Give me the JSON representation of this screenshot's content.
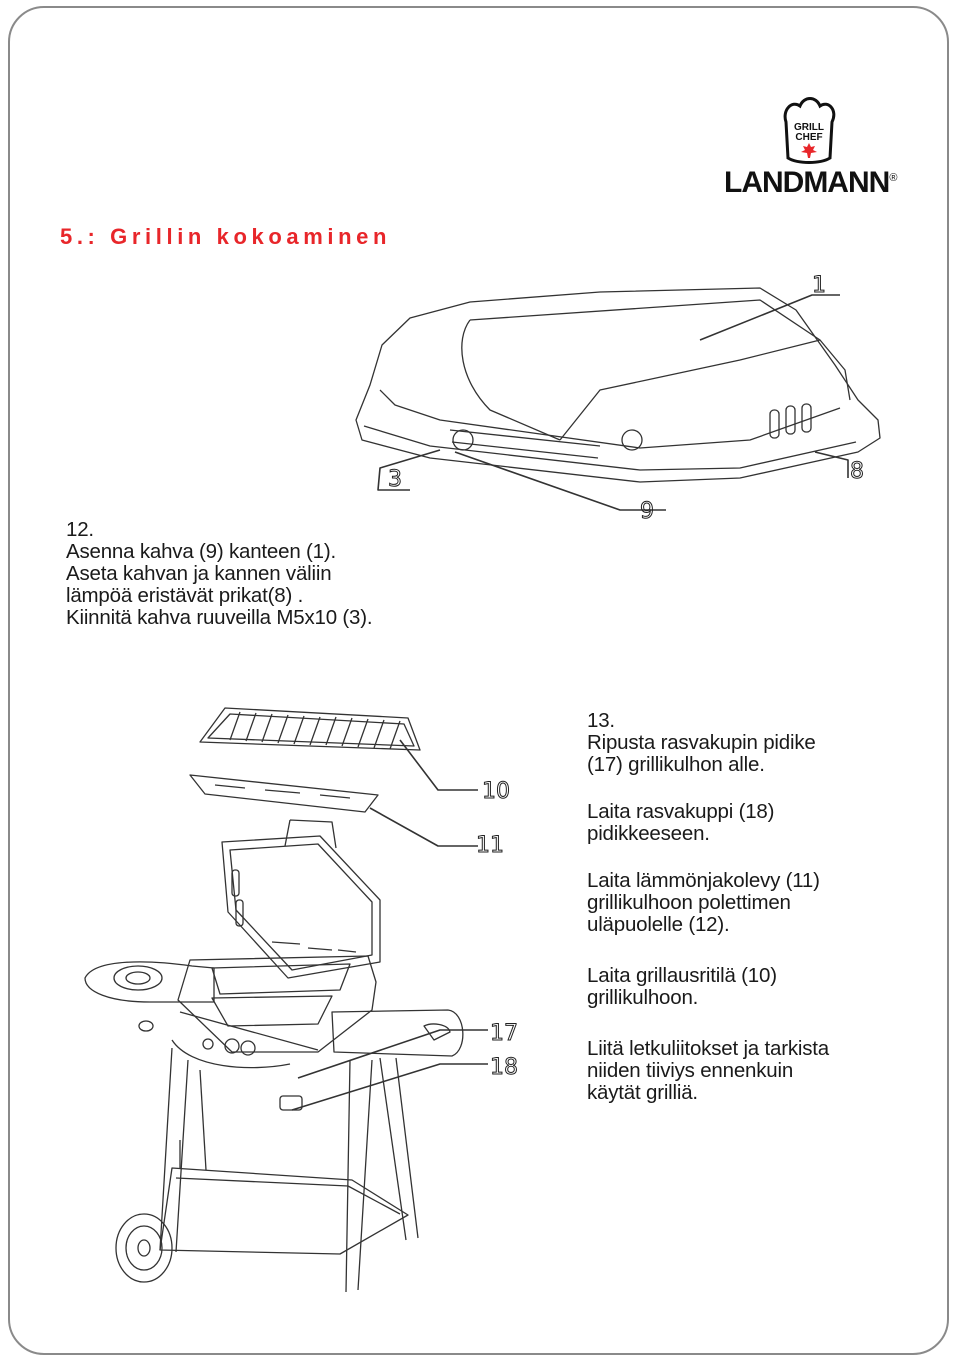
{
  "brand": {
    "badge_line1": "GRILL",
    "badge_line2": "CHEF",
    "wordmark": "LANDMANN",
    "registered": "®",
    "accent_color": "#e8262a"
  },
  "section_title": "5.:   Grillin kokoaminen",
  "step12": {
    "number": "12.",
    "lines": [
      "Asenna kahva (9) kanteen (1).",
      "Aseta kahvan ja kannen väliin",
      "lämpöä eristävät prikat(8) .",
      "Kiinnitä kahva ruuveilla M5x10 (3)."
    ]
  },
  "step13": {
    "number": "13.",
    "p1": [
      "Ripusta rasvakupin pidike",
      "(17) grillikulhon alle."
    ],
    "p2": [
      "Laita rasvakuppi (18)",
      "pidikkeeseen."
    ],
    "p3": [
      "Laita lämmönjakolevy (11)",
      "grillikulhoon polettimen",
      "uläpuolelle (12)."
    ],
    "p4": [
      "Laita grillausritilä (10)",
      "grillikulhoon."
    ],
    "p5": [
      "Liitä letkuliitokset ja tarkista",
      "niiden tiiviys ennenkuin",
      "käytät grilliä."
    ]
  },
  "part_labels": {
    "lid": "1",
    "screw": "3",
    "washer": "8",
    "handle": "9",
    "grate": "10",
    "heat_plate": "11",
    "grease_holder": "17",
    "grease_cup": "18"
  }
}
